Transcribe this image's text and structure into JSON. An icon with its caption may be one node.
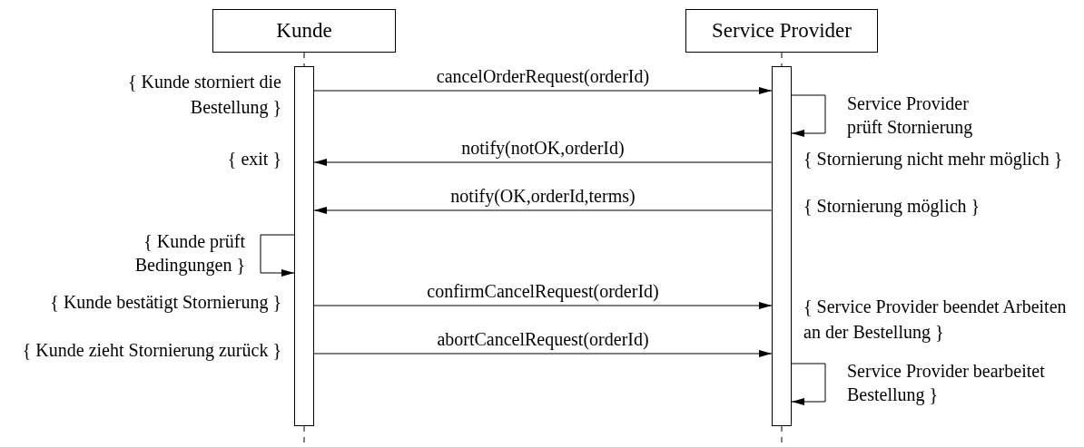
{
  "diagram": {
    "nodes": [
      {
        "text": [
          "Kunde"
        ]
      },
      {
        "text": [
          "Service Provider"
        ]
      },
      {
        "text": [],
        "shape": "bar"
      },
      {
        "text": [],
        "shape": "bar"
      }
    ],
    "edges": [
      {
        "from": 0,
        "to": 2,
        "arrow": "none",
        "style": "dashed"
      },
      {
        "from": 1,
        "to": 3,
        "arrow": "none",
        "style": "dashed"
      },
      {
        "from": 2,
        "to": 3,
        "arrow": "to",
        "label": "cancelOrderRequest(orderId)"
      },
      {
        "from": 3,
        "to": 3,
        "arrow": "to",
        "label": "Service Provider prüft Stornierung"
      },
      {
        "from": 3,
        "to": 2,
        "arrow": "to",
        "label": "notify(notOK,orderId)"
      },
      {
        "from": 3,
        "to": 2,
        "arrow": "to",
        "label": "notify(OK,orderId,terms)"
      },
      {
        "from": 2,
        "to": 2,
        "arrow": "to",
        "label": "{ Kunde prüft Bedingungen }"
      },
      {
        "from": 2,
        "to": 3,
        "arrow": "to",
        "label": "confirmCancelRequest(orderId)"
      },
      {
        "from": 2,
        "to": 3,
        "arrow": "to",
        "label": "abortCancelRequest(orderId)"
      },
      {
        "from": 3,
        "to": 3,
        "arrow": "to",
        "label": "Service Provider bearbeitet Bestellung }"
      },
      {
        "from": 2,
        "to": null,
        "arrow": "none",
        "style": "dashed"
      },
      {
        "from": 3,
        "to": null,
        "arrow": "none",
        "style": "dashed"
      }
    ],
    "labels": [
      "{ Kunde storniert die Bestellung }",
      "{ exit }",
      "{ Stornierung nicht mehr möglich }",
      "{ Stornierung möglich }",
      "{ Kunde bestätigt Stornierung }",
      "{ Service Provider beendet Arbeiten an der Bestellung }",
      "{ Kunde zieht Stornierung zurück }"
    ]
  }
}
